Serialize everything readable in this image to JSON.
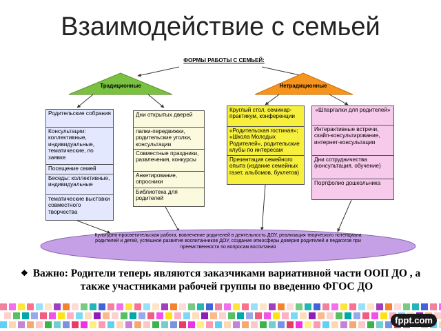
{
  "slide": {
    "title": "Взаимодействие с семьей",
    "note": "Важно: Родители теперь являются заказчиками вариативной части ООП ДО , а также участниками рабочей группы по введению ФГОС ДО",
    "bullet": "❖"
  },
  "diagram": {
    "header": "ФОРМЫ РАБОТЫ С СЕМЬЕЙ:",
    "left_branch": "Традиционные",
    "right_branch": "Нетрадиционные",
    "col1": [
      "Родительские собрания",
      "Консультации: коллективные, индивидуальные, тематические, по заявке",
      "Посещение семей",
      "Беседы: коллективные, индивидуальные",
      "тематические выставки совместного творчества"
    ],
    "col2": [
      "Дни открытых дверей",
      "папки-передвижки, родительские уголки, консультации",
      "Совместные праздники, развлечения, конкурсы",
      "Анкетирование, опросники",
      "Библиотека для родителей"
    ],
    "col3": [
      "Круглый стол, семинар-практикум, конференции",
      "«Родительская гостиная»; «Школа Молодых Родителей», родительские клубы по интересам",
      "Презентация семейного опыта (издание семейных газет, альбомов, буклетов)"
    ],
    "col4": [
      "«Шпаргалки для родителей»",
      "Интерактивные встречи, скайп-консультирование, интернет-консультации",
      "Дни сотрудничества (консультация, обучение)",
      "Портфолио дошкольника"
    ],
    "ellipse_text": "Культурно-просветительская работа, вовлечение родителей в деятельность ДОУ, реализация творческого потенциала родителей и детей, успешное развитие воспитанников ДОУ, создание атмосферы доверия родителей и педагогов при преемственности по вопросам воспитания"
  },
  "colors": {
    "triangle_left": "#7ac142",
    "triangle_right": "#f7941d",
    "col1_bg": "#e3e8ff",
    "col2_bg": "#fbfadf",
    "col3_bg": "#f6ef3c",
    "col4_bg": "#f7c9ea",
    "ellipse": "#c6a0e6"
  },
  "watermark": "fppt.com"
}
